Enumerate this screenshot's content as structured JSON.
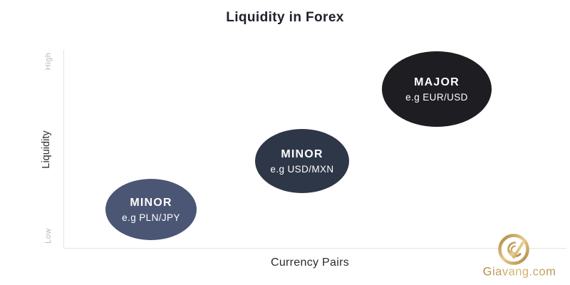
{
  "title": "Liquidity in Forex",
  "y_axis": {
    "label": "Liquidity",
    "tick_top": "High",
    "tick_bottom": "Low"
  },
  "x_axis": {
    "label": "Currency Pairs"
  },
  "bubbles": [
    {
      "label": "MINOR",
      "example": "e.g PLN/JPY",
      "color": "#4b5674",
      "cx": 212,
      "cy": 294,
      "rx": 64,
      "ry": 43
    },
    {
      "label": "MINOR",
      "example": "e.g USD/MXN",
      "color": "#2e3747",
      "cx": 424,
      "cy": 226,
      "rx": 66,
      "ry": 45
    },
    {
      "label": "MAJOR",
      "example": "e.g EUR/USD",
      "color": "#1d1d22",
      "cx": 613,
      "cy": 125,
      "rx": 77,
      "ry": 53
    }
  ],
  "watermark": {
    "text": "Giavang.com",
    "gold_color": "#c19a55"
  },
  "chart_data": {
    "type": "scatter",
    "title": "Liquidity in Forex",
    "xlabel": "Currency Pairs",
    "ylabel": "Liquidity",
    "y_ticks": [
      "Low",
      "High"
    ],
    "grid": false,
    "legend": "none",
    "points": [
      {
        "category": "MINOR",
        "example_pair": "e.g PLN/JPY",
        "liquidity": "low",
        "x_position": "left",
        "bubble_size": "medium",
        "color": "#4b5674"
      },
      {
        "category": "MINOR",
        "example_pair": "e.g USD/MXN",
        "liquidity": "medium",
        "x_position": "center",
        "bubble_size": "medium",
        "color": "#2e3747"
      },
      {
        "category": "MAJOR",
        "example_pair": "e.g EUR/USD",
        "liquidity": "high",
        "x_position": "right",
        "bubble_size": "large",
        "color": "#1d1d22"
      }
    ]
  }
}
